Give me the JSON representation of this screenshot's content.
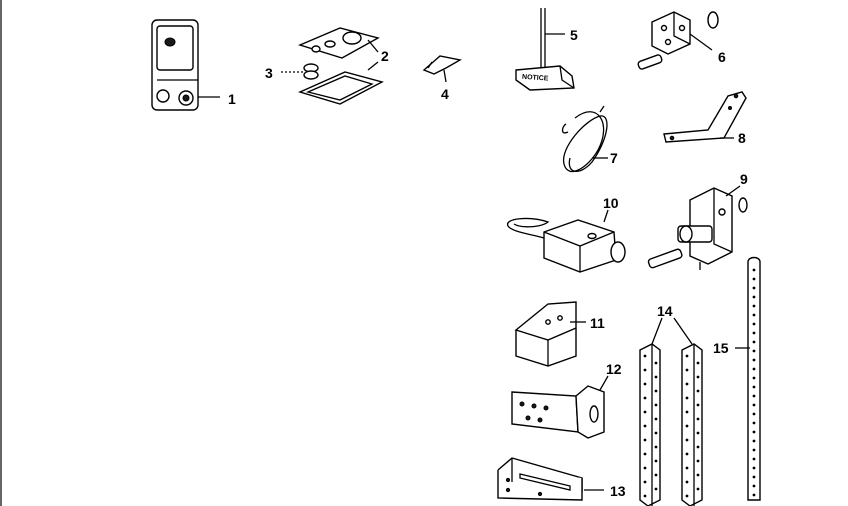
{
  "diagram": {
    "callouts": [
      "1",
      "2",
      "3",
      "4",
      "5",
      "6",
      "7",
      "8",
      "9",
      "10",
      "11",
      "12",
      "13",
      "14",
      "15"
    ],
    "notice_label": "NOTICE"
  }
}
